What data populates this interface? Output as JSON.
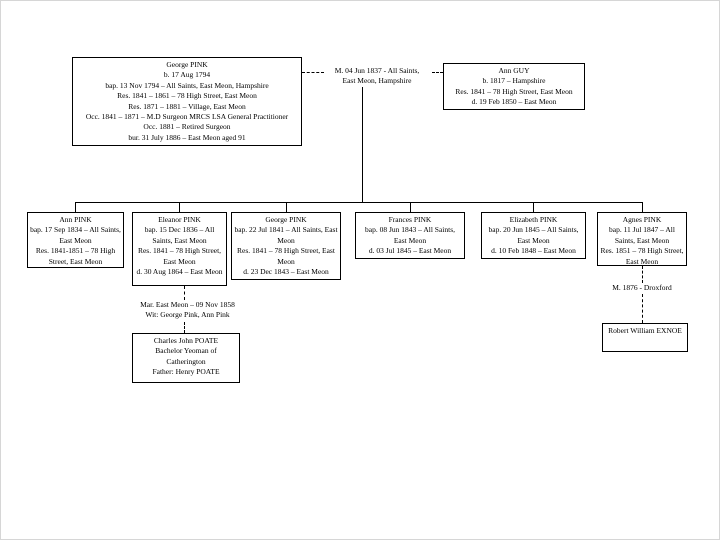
{
  "colors": {
    "background": "#ffffff",
    "box_border": "#000000",
    "connector": "#000000",
    "text": "#000000"
  },
  "nodes": {
    "george_pink_sr": {
      "lines": [
        "George PINK",
        "b. 17 Aug 1794",
        "bap. 13 Nov 1794 – All Saints, East Meon, Hampshire",
        "Res. 1841 – 1861 – 78 High Street, East Meon",
        "Res. 1871 – 1881 – Village, East Meon",
        "Occ. 1841 – 1871 – M.D Surgeon MRCS LSA General Practitioner",
        "Occ. 1881 – Retired Surgeon",
        "bur. 31 July 1886 – East Meon aged 91"
      ]
    },
    "ann_guy": {
      "lines": [
        "Ann GUY",
        "b. 1817 – Hampshire",
        "Res. 1841 – 78 High Street, East Meon",
        "d. 19 Feb 1850 – East Meon"
      ]
    },
    "ann_pink": {
      "lines": [
        "Ann PINK",
        "bap. 17 Sep 1834 – All Saints, East Meon",
        "Res. 1841-1851 – 78 High Street, East Meon"
      ]
    },
    "eleanor_pink": {
      "lines": [
        "Eleanor PINK",
        "bap. 15 Dec 1836 – All Saints, East Meon",
        "Res. 1841 – 78 High Street, East Meon",
        "d. 30 Aug 1864 – East Meon"
      ]
    },
    "george_pink_jr": {
      "lines": [
        "George PINK",
        "bap. 22 Jul 1841 – All Saints, East Meon",
        "Res. 1841 – 78 High Street, East Meon",
        "d. 23 Dec 1843 – East Meon"
      ]
    },
    "frances_pink": {
      "lines": [
        "Frances PINK",
        "bap. 08 Jun 1843 – All Saints, East Meon",
        "d. 03 Jul 1845 – East Meon"
      ]
    },
    "elizabeth_pink": {
      "lines": [
        "Elizabeth PINK",
        "bap. 20 Jun 1845 – All Saints, East Meon",
        "d. 10 Feb 1848 – East Meon"
      ]
    },
    "agnes_pink": {
      "lines": [
        "Agnes PINK",
        "bap. 11 Jul 1847 – All Saints, East Meon",
        "Res. 1851 – 78 High Street, East Meon"
      ]
    },
    "charles_john_poate": {
      "lines": [
        "Charles John POATE",
        "Bachelor Yeoman of Catherington",
        "Father: Henry POATE"
      ]
    },
    "robert_william_exnoe": {
      "lines": [
        "Robert William EXNOE"
      ]
    }
  },
  "annotations": {
    "marriage_george_ann": {
      "lines": [
        "M. 04 Jun 1837 - All Saints,",
        "East Meon, Hampshire"
      ]
    },
    "marriage_eleanor_poate": {
      "lines": [
        "Mar. East Meon – 09 Nov 1858",
        "Wit: George Pink, Ann Pink"
      ]
    },
    "marriage_agnes_exnoe": {
      "lines": [
        "M. 1876 - Droxford"
      ]
    }
  }
}
